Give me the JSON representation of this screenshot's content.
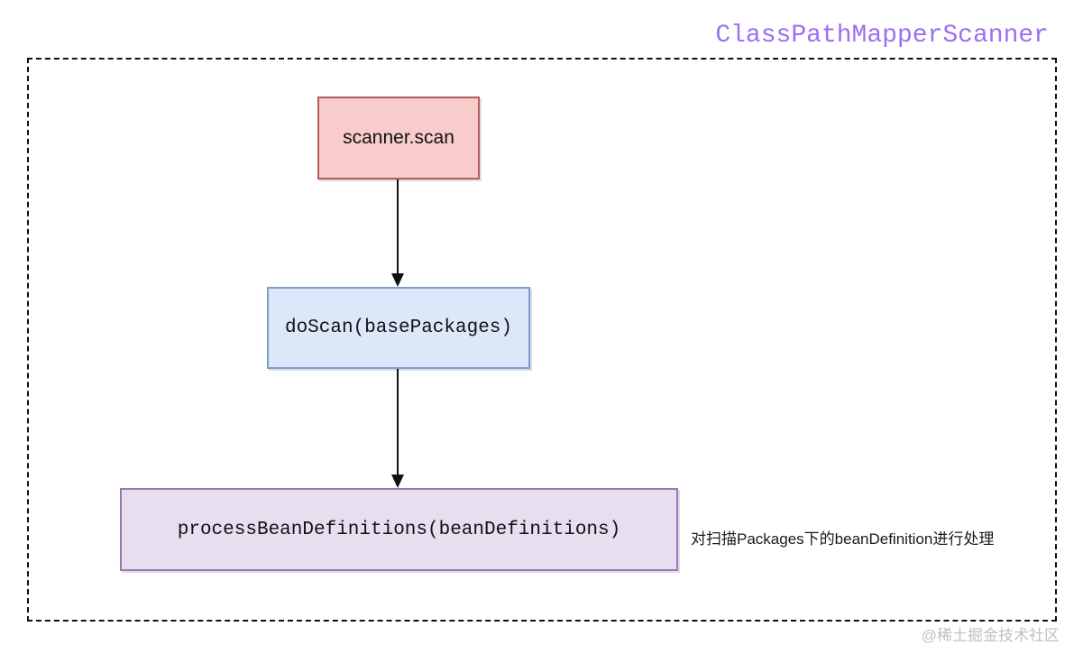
{
  "title": "ClassPathMapperScanner",
  "colors": {
    "title_text": "#9b6ff0",
    "frame_border": "#111111",
    "node_scanner_scan_fill": "#f7cccb",
    "node_scanner_scan_border": "#b05f5e",
    "node_do_scan_fill": "#dce8f9",
    "node_do_scan_border": "#7f9cd0",
    "node_process_bean_definitions_fill": "#e7def0",
    "node_process_bean_definitions_border": "#9878b5",
    "arrow": "#111111",
    "watermark_text": "#c0c0c0"
  },
  "diagram": {
    "nodes": [
      {
        "id": "scanner-scan",
        "label": "scanner.scan"
      },
      {
        "id": "do-scan",
        "label": "doScan(basePackages)"
      },
      {
        "id": "process-bean-definitions",
        "label": "processBeanDefinitions(beanDefinitions)"
      }
    ],
    "edges": [
      {
        "from": "scanner-scan",
        "to": "do-scan"
      },
      {
        "from": "do-scan",
        "to": "process-bean-definitions"
      }
    ],
    "annotation": "对扫描Packages下的beanDefinition进行处理"
  },
  "watermark": "@稀土掘金技术社区"
}
